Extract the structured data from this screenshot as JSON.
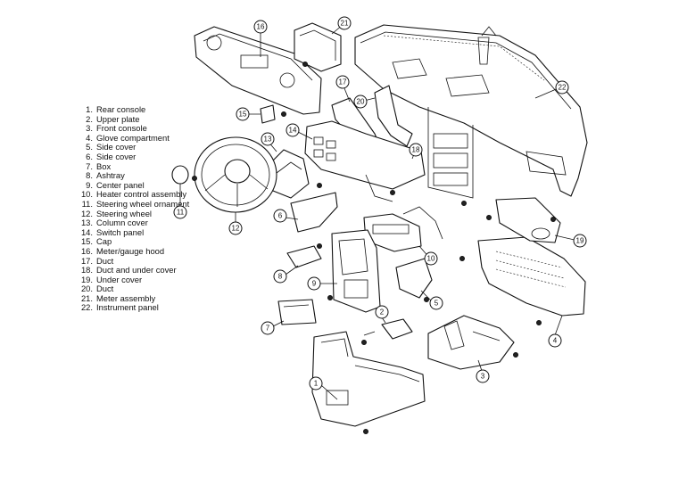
{
  "legend": [
    {
      "num": "1.",
      "text": "Rear console"
    },
    {
      "num": "2.",
      "text": "Upper plate"
    },
    {
      "num": "3.",
      "text": "Front console"
    },
    {
      "num": "4.",
      "text": "Glove compartment"
    },
    {
      "num": "5.",
      "text": "Side cover"
    },
    {
      "num": "6.",
      "text": "Side cover"
    },
    {
      "num": "7.",
      "text": "Box"
    },
    {
      "num": "8.",
      "text": "Ashtray"
    },
    {
      "num": "9.",
      "text": "Center panel"
    },
    {
      "num": "10.",
      "text": "Heater control assembly"
    },
    {
      "num": "11.",
      "text": "Steering wheel ornament"
    },
    {
      "num": "12.",
      "text": "Steering wheel"
    },
    {
      "num": "13.",
      "text": "Column cover"
    },
    {
      "num": "14.",
      "text": "Switch panel"
    },
    {
      "num": "15.",
      "text": "Cap"
    },
    {
      "num": "16.",
      "text": "Meter/gauge hood"
    },
    {
      "num": "17.",
      "text": "Duct"
    },
    {
      "num": "18.",
      "text": "Duct and under cover"
    },
    {
      "num": "19.",
      "text": "Under cover"
    },
    {
      "num": "20.",
      "text": "Duct"
    },
    {
      "num": "21.",
      "text": "Meter assembly"
    },
    {
      "num": "22.",
      "text": "Instrument panel"
    }
  ],
  "callouts": [
    "1",
    "2",
    "3",
    "4",
    "5",
    "6",
    "7",
    "8",
    "9",
    "10",
    "11",
    "12",
    "13",
    "14",
    "15",
    "16",
    "17",
    "18",
    "19",
    "20",
    "21",
    "22"
  ]
}
